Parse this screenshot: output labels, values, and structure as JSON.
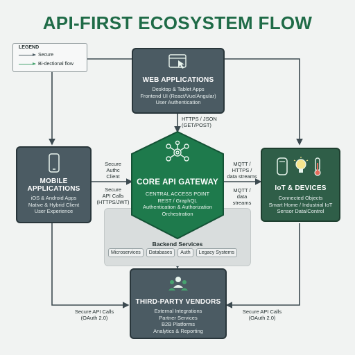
{
  "title": "API-FIRST ECOSYSTEM FLOW",
  "legend": {
    "heading": "LEGEND",
    "items": [
      {
        "label": "Secure",
        "color": "#4b5b63"
      },
      {
        "label": "Bi-dectional flow",
        "color": "#47a26f"
      }
    ]
  },
  "web": {
    "title": "WEB APPLICATIONS",
    "lines": [
      "Desktop & Tablet Apps",
      "Frontend UI (React/Vue/Angular)",
      "User Authentication"
    ],
    "icon": "browser-cursor-icon"
  },
  "mobile": {
    "title_lines": [
      "MOBILE",
      "APPLICATIONS"
    ],
    "lines": [
      "iOS & Android Apps",
      "Native & Hybrid Client",
      "User Experience"
    ],
    "icon": "smartphone-icon"
  },
  "iot": {
    "title": "IoT & DEVICES",
    "lines": [
      "Connected Objects",
      "Smart Home / Industrial IoT",
      "Sensor Data/Control"
    ],
    "icons": [
      "speaker-icon",
      "lightbulb-icon",
      "thermometer-icon"
    ]
  },
  "vendors": {
    "title": "THIRD-PARTY VENDORS",
    "lines": [
      "External Integrations",
      "Partner Services",
      "B2B Platforms",
      "Analytics & Reporting"
    ],
    "icon": "people-network-icon"
  },
  "gateway": {
    "title": "CORE API GATEWAY",
    "lines": [
      "CENTRAL ACCESS POINT",
      "REST / GraphQL",
      "Authentication & Authorization",
      "Orchestration"
    ],
    "icon": "gears-network-icon",
    "color": "#1e7a4c"
  },
  "backend": {
    "title": "Backend Services",
    "chips": [
      "Microservices",
      "Databases",
      "Auth",
      "Legacy Systems"
    ]
  },
  "connections": {
    "web_gateway": [
      "HTTPS / JSON",
      "(GET/POST)"
    ],
    "mobile_gateway_top": [
      "Secure",
      "Authc",
      "Client"
    ],
    "mobile_gateway_bottom": [
      "Secure",
      "API Calls",
      "(HTTPS/JWT)"
    ],
    "iot_gateway_top": [
      "MQTT /",
      "HTTPS /",
      "data streams"
    ],
    "iot_gateway_bottom": [
      "MQTT /",
      "data",
      "streams"
    ],
    "vendor_left": [
      "Secure API Calls",
      "(OAuth 2.0)"
    ],
    "vendor_right": [
      "Secure API Calls",
      "(OAuth 2.0)"
    ]
  }
}
